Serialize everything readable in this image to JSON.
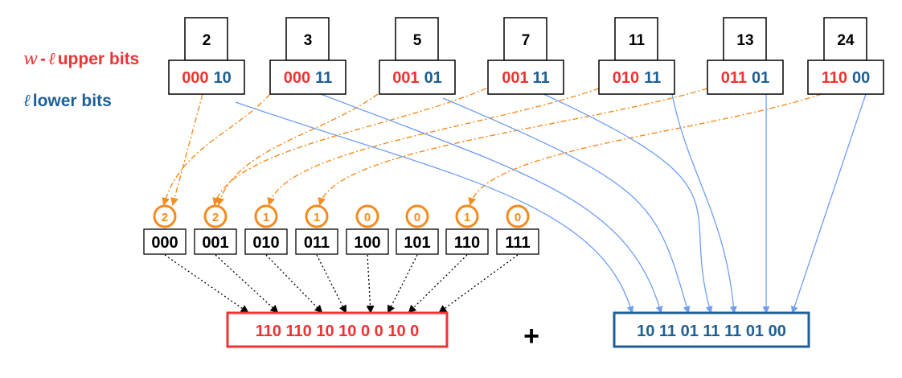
{
  "legend": {
    "upper": {
      "symbol_w": "w",
      "dash": "-",
      "symbol_l": "ℓ",
      "text": "upper bits",
      "color": "#ee3333"
    },
    "lower": {
      "symbol_l": "ℓ",
      "text": "lower bits",
      "color": "#1f5f96"
    }
  },
  "colors": {
    "upper": "#ee3333",
    "lower": "#1f5f96",
    "count": "#f68b1f",
    "lower_arrow": "#6f9ef0",
    "text": "#000000"
  },
  "elements": [
    {
      "value": "2",
      "upper": "000",
      "lower": "10"
    },
    {
      "value": "3",
      "upper": "000",
      "lower": "11"
    },
    {
      "value": "5",
      "upper": "001",
      "lower": "01"
    },
    {
      "value": "7",
      "upper": "001",
      "lower": "11"
    },
    {
      "value": "11",
      "upper": "010",
      "lower": "11"
    },
    {
      "value": "13",
      "upper": "011",
      "lower": "01"
    },
    {
      "value": "24",
      "upper": "110",
      "lower": "00"
    }
  ],
  "buckets": [
    {
      "label": "000",
      "count": "2"
    },
    {
      "label": "001",
      "count": "2"
    },
    {
      "label": "010",
      "count": "1"
    },
    {
      "label": "011",
      "count": "1"
    },
    {
      "label": "100",
      "count": "0"
    },
    {
      "label": "101",
      "count": "0"
    },
    {
      "label": "110",
      "count": "1"
    },
    {
      "label": "111",
      "count": "0"
    }
  ],
  "upper_encoding": "110 110 10 10 0 0 10 0",
  "plus": "+",
  "lower_encoding": "10 11 01 11 11 01 00"
}
